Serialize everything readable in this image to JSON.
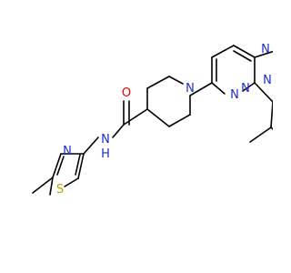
{
  "molecule": {
    "atoms": {
      "amide_n": {
        "symbol": "N",
        "hydrogen": "H"
      },
      "amide_o": {
        "symbol": "O"
      },
      "piperidine_n": {
        "symbol": "N"
      },
      "thiazole_n": {
        "symbol": "N"
      },
      "thiazole_s": {
        "symbol": "S"
      },
      "triazole_n1": {
        "symbol": "N"
      },
      "triazole_n2": {
        "symbol": "N"
      },
      "bridge_n": {
        "symbol": "N"
      },
      "pyridazine_n": {
        "symbol": "N"
      }
    }
  },
  "colors": {
    "bond": "#000000",
    "nitrogen": "#1f2dc8",
    "oxygen": "#e30000",
    "sulfur": "#b8a300"
  }
}
